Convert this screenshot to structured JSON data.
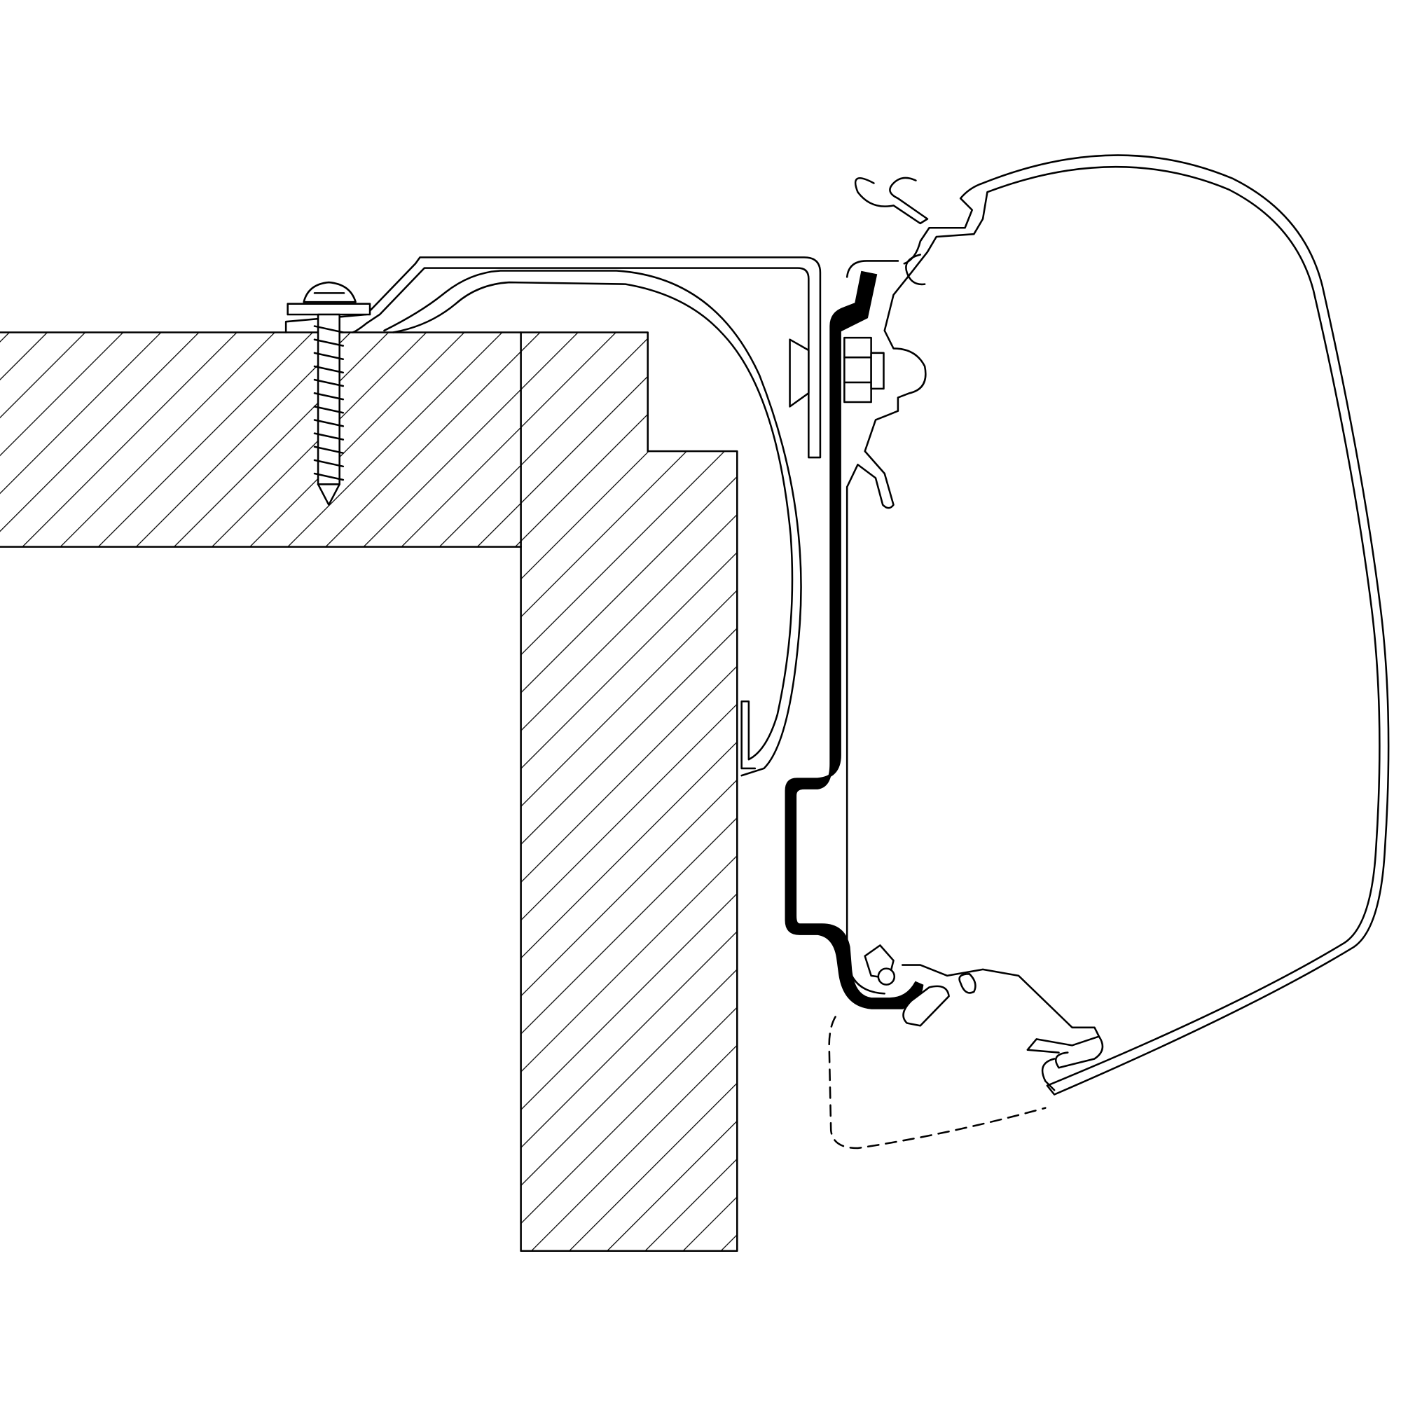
{
  "colors": {
    "line": "#000000",
    "background": "#ffffff",
    "seal_profile": "#000000"
  },
  "parts": {
    "wall": "hatched",
    "screw": "tapping-screw",
    "adapter_rail": "outline",
    "seal_profile": "filled-black",
    "awning_cassette": "outline",
    "extended_cassette_outline": "dashed"
  }
}
